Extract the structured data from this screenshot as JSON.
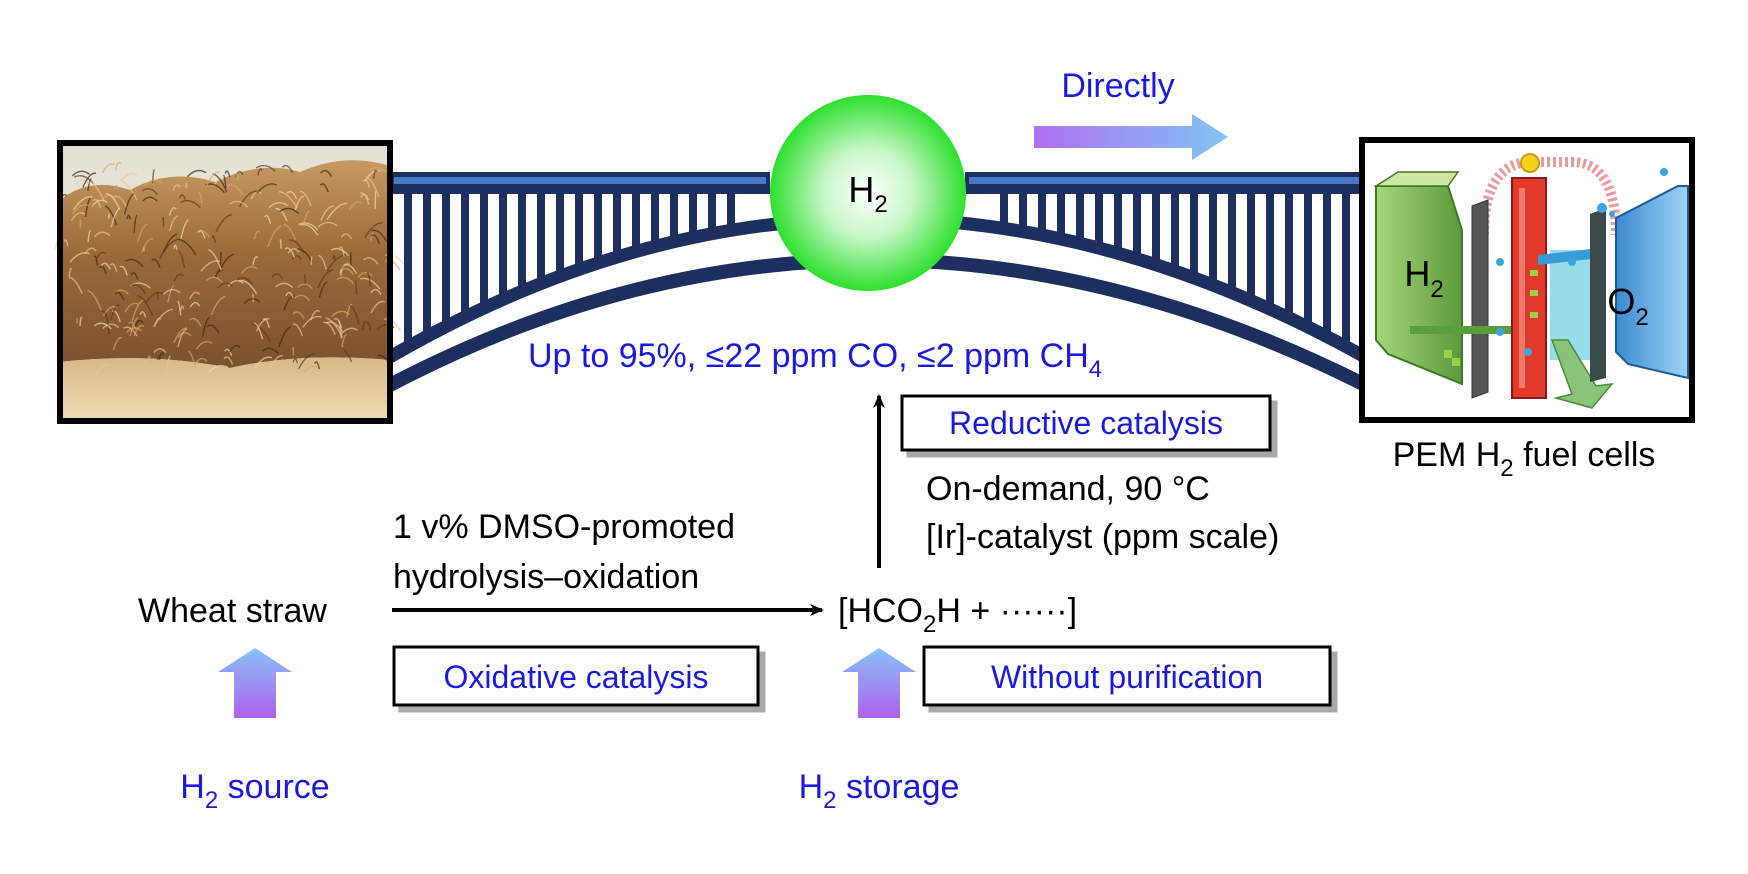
{
  "top": {
    "directly": "Directly",
    "h2_ball": {
      "main": "H",
      "sub": "2"
    },
    "purity": {
      "prefix": "Up to 95%, ≤22 ppm CO, ≤2 ppm CH",
      "sub": "4"
    }
  },
  "fuel_cell": {
    "h2_label": {
      "main": "H",
      "sub": "2"
    },
    "o2_label": {
      "main": "O",
      "sub": "2"
    },
    "caption": {
      "pre": "PEM H",
      "sub": "2",
      "post": " fuel cells"
    }
  },
  "reaction": {
    "reactant": "Wheat straw",
    "conditions_line1": "1 v% DMSO-promoted",
    "conditions_line2": "hydrolysis–oxidation",
    "product": {
      "pre": "[HCO",
      "sub": "2",
      "post": "H + ······]"
    },
    "oxidative_box": "Oxidative catalysis",
    "without_box": "Without purification",
    "reductive_box": "Reductive catalysis",
    "reductive_line1": "On-demand, 90 °C",
    "reductive_line2": "[Ir]-catalyst (ppm scale)"
  },
  "labels": {
    "source": {
      "pre": "H",
      "sub": "2",
      "post": " source"
    },
    "storage": {
      "pre": "H",
      "sub": "2",
      "post": " storage"
    }
  },
  "colors": {
    "blue_text": "#1a1adc",
    "bridge": "#1c2f5e",
    "ball_green": "#33e633",
    "arrow_purple": "#a064f0",
    "arrow_blue": "#8ab8f4"
  }
}
